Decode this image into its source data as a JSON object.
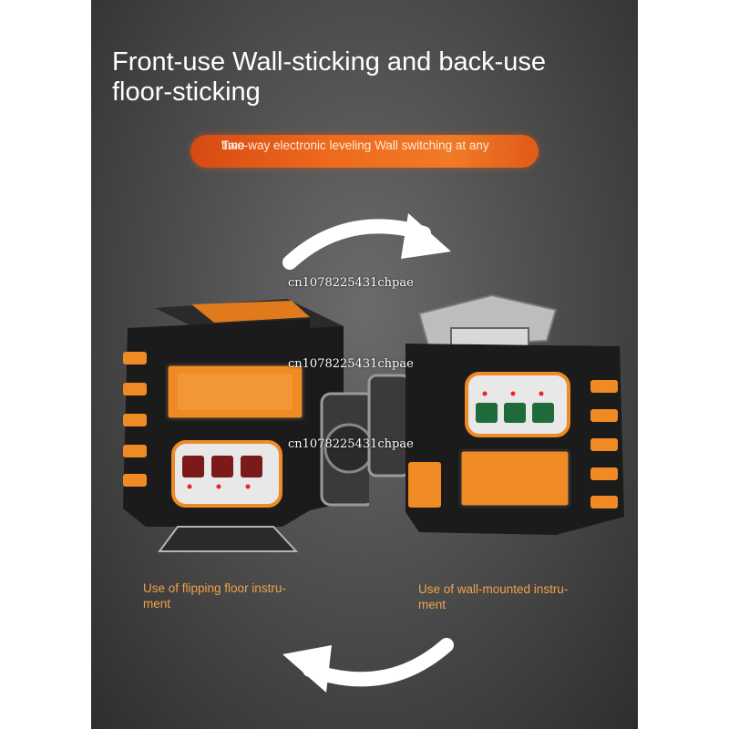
{
  "headline": {
    "line1": "Front-use Wall-sticking and back-use",
    "line2": "floor-sticking"
  },
  "banner": {
    "line1": "Two-way electronic leveling Wall switching at any",
    "line2": "time"
  },
  "captions": {
    "left_line1": "Use of flipping floor instru-",
    "left_line2": "ment",
    "right_line1": "Use of wall-mounted instru-",
    "right_line2": "ment"
  },
  "watermarks": [
    "cn1078225431chpae",
    "cn1078225431chpae",
    "cn1078225431chpae"
  ],
  "icons": {
    "top_arrow": "clockwise-curved-arrow-icon",
    "bottom_arrow": "counterclockwise-curved-arrow-icon"
  },
  "colors": {
    "background": "#4f4f4f",
    "accent_orange": "#f08a24",
    "banner": "#ee6a1d",
    "caption": "#f0a24a",
    "device_body": "#1b1b1b"
  }
}
